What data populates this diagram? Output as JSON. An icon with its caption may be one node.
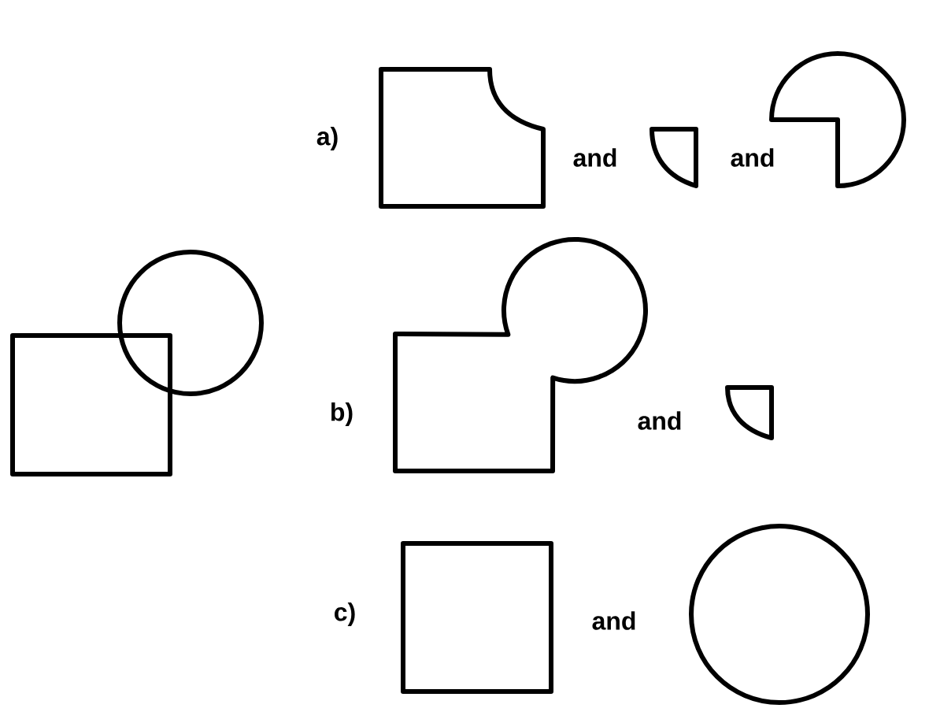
{
  "diagram": {
    "nodes": [
      {
        "text": [],
        "shape": "cut-box"
      },
      {
        "text": [],
        "shape": "quarter-circle"
      },
      {
        "text": [],
        "shape": "cut-circle"
      },
      {
        "text": [],
        "shape": "box"
      },
      {
        "text": [],
        "shape": "circle"
      },
      {
        "text": [],
        "shape": "merged-shape"
      },
      {
        "text": [],
        "shape": "quarter-circle"
      },
      {
        "text": [],
        "shape": "box"
      },
      {
        "text": [],
        "shape": "circle"
      }
    ],
    "labels": [
      "a)",
      "and",
      "and",
      "b)",
      "and",
      "c)",
      "and"
    ]
  }
}
